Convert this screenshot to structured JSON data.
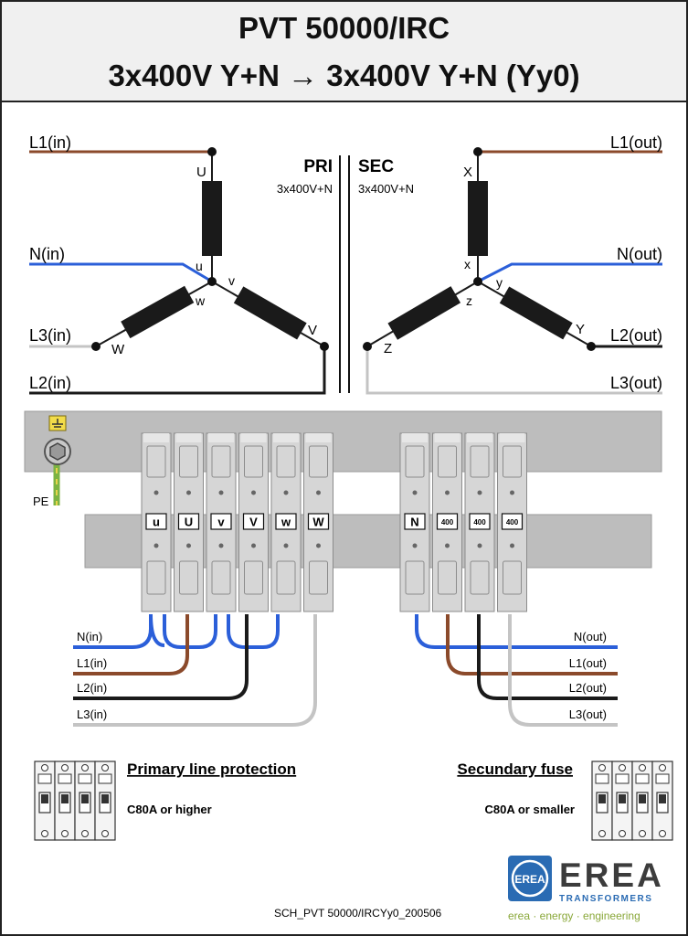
{
  "header": {
    "title_line1": "PVT 50000/IRC",
    "title_line2": "3x400V Y+N → 3x400V Y+N  (Yy0)"
  },
  "colors": {
    "L1": "#8b4a2b",
    "N": "#2b5fd9",
    "L2": "#1a1a1a",
    "L3": "#c4c4c4",
    "PE": "#7cb342",
    "panel": "#bdbdbd",
    "terminal": "#d4d4d4"
  },
  "schematic": {
    "pri_label": "PRI",
    "pri_sub": "3x400V+N",
    "sec_label": "SEC",
    "sec_sub": "3x400V+N",
    "primary_lines": {
      "l1": "L1(in)",
      "n": "N(in)",
      "l3": "L3(in)",
      "l2": "L2(in)"
    },
    "secondary_lines": {
      "l1": "L1(out)",
      "n": "N(out)",
      "l2": "L2(out)",
      "l3": "L3(out)"
    },
    "primary_coils": {
      "U": "U",
      "u": "u",
      "V": "V",
      "v": "v",
      "W": "W",
      "w": "w"
    },
    "secondary_coils": {
      "X": "X",
      "x": "x",
      "Y": "Y",
      "y": "y",
      "Z": "Z",
      "z": "z"
    }
  },
  "terminal_block": {
    "pe_label": "PE",
    "primary_terminals": [
      "u",
      "U",
      "v",
      "V",
      "w",
      "W"
    ],
    "secondary_terminals": [
      "N",
      "400",
      "400",
      "400"
    ]
  },
  "wiring": {
    "primary": {
      "n": "N(in)",
      "l1": "L1(in)",
      "l2": "L2(in)",
      "l3": "L3(in)"
    },
    "secondary": {
      "n": "N(out)",
      "l1": "L1(out)",
      "l2": "L2(out)",
      "l3": "L3(out)"
    }
  },
  "protection": {
    "primary_title": "Primary line protection",
    "primary_rating": "C80A or higher",
    "secondary_title": "Secundary fuse",
    "secondary_rating": "C80A or smaller"
  },
  "footer": {
    "doc_code": "SCH_PVT 50000/IRCYy0_200506",
    "brand": "EREA",
    "brand_sub": "TRANSFORMERS",
    "tagline": "erea · energy · engineering",
    "logo_letters": "EREA"
  }
}
